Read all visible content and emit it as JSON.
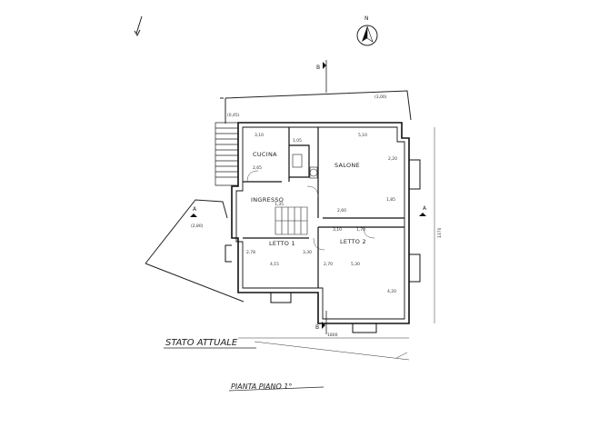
{
  "compass": {
    "label": "N"
  },
  "section_marks": {
    "b_top": "B",
    "b_bottom": "B",
    "a_left": "A",
    "a_right": "A"
  },
  "rooms": {
    "cucina": "CUCINA",
    "salone": "SALONE",
    "ingresso": "INGRESSO",
    "letto1": "LETTO 1",
    "letto2": "LETTO 2"
  },
  "levels": {
    "left_level": "(2,80)",
    "top_left_level": "(0,45)",
    "top_right_level": "(3,00)"
  },
  "dimensions": {
    "overall_width": "1800",
    "overall_height": "1370",
    "cucina_width": "3,10",
    "cucina_depth": "2,65",
    "salone_width": "5,10",
    "salone_side": "2,20",
    "salone_lower": "1,85",
    "letto1_width": "4,15",
    "letto1_side": "2,78",
    "letto1_right": "3,30",
    "letto2_width": "5,30",
    "letto2_side": "2,70",
    "letto2_right": "4,20",
    "corridor_a": "3,10",
    "corridor_b": "1,70",
    "stair": "2,60",
    "ingresso_w": "1,35",
    "bath_w": "1,05"
  },
  "titles": {
    "status": "STATO ATTUALE",
    "floor": "PIANTA PIANO 1°"
  },
  "icons": {
    "tick": "corner-tick-icon",
    "compass": "north-arrow-icon"
  }
}
